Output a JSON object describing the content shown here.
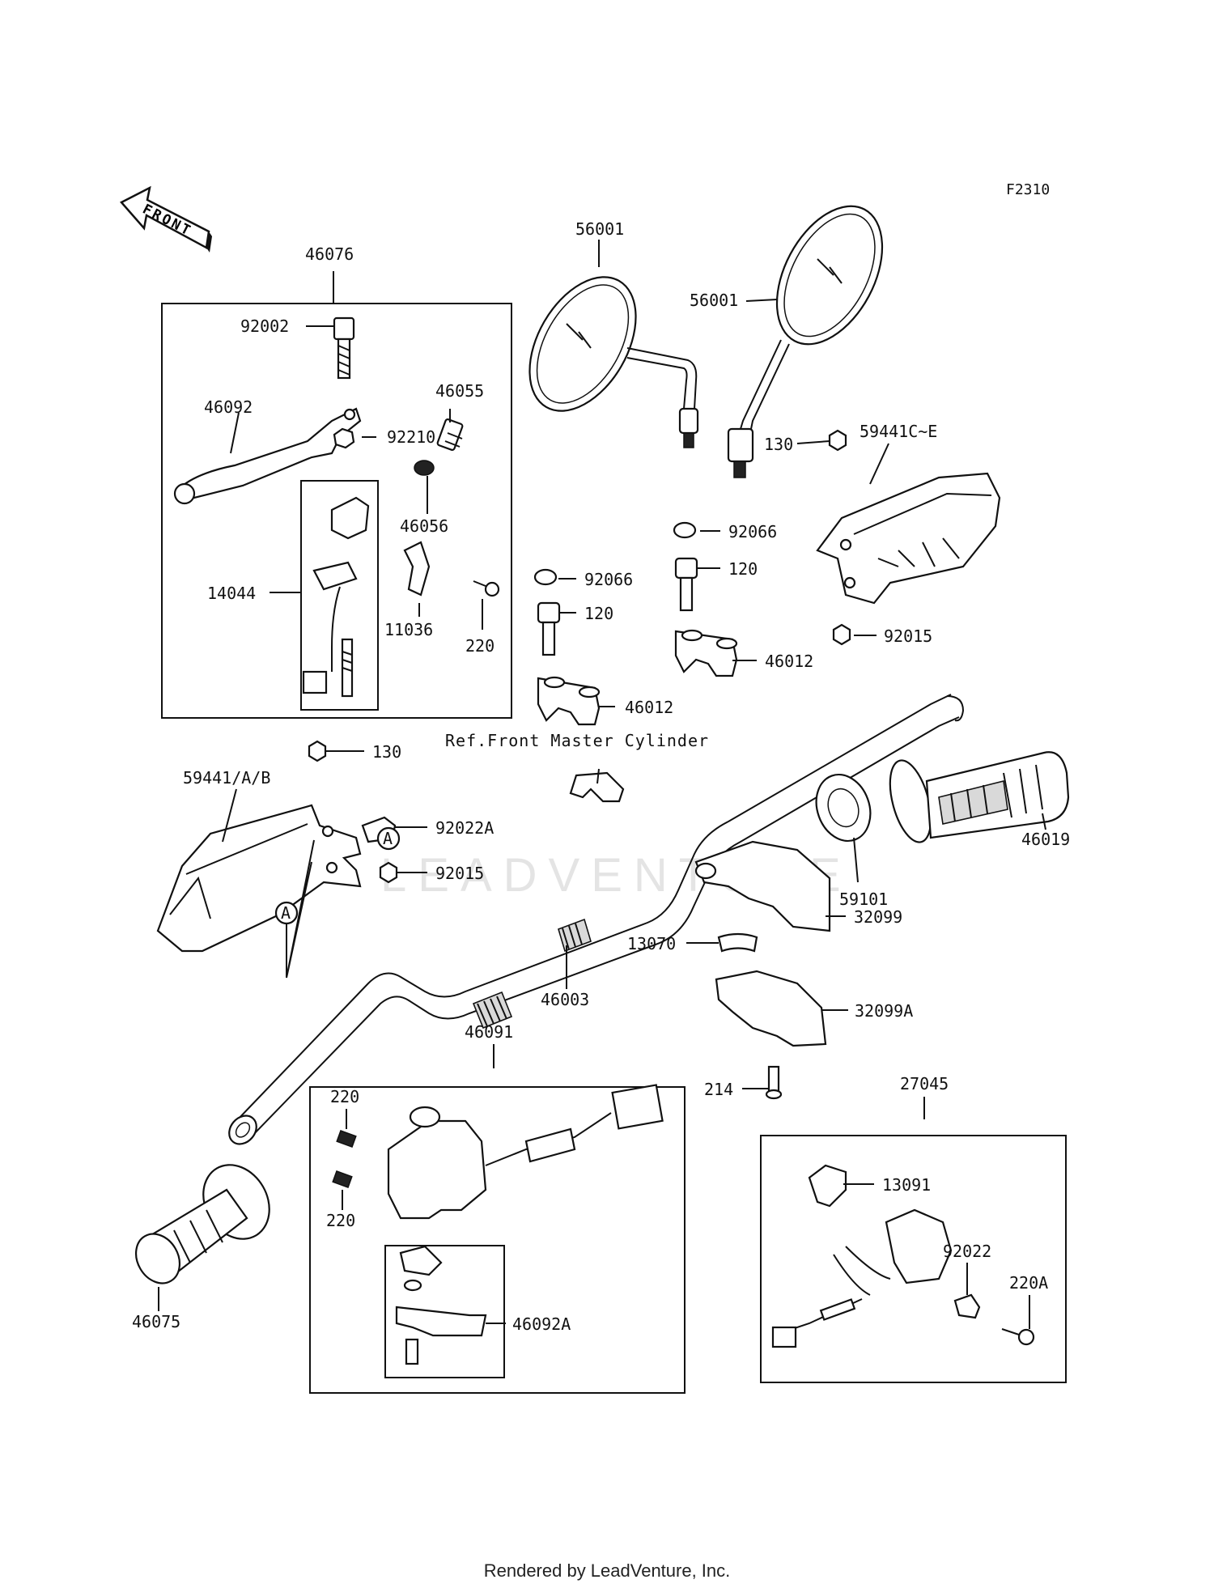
{
  "figure_code": "F2310",
  "front_arrow_label": "FRONT",
  "reference_note": "Ref.Front Master Cylinder",
  "watermark": "LEADVENTURE",
  "footer": "Rendered by LeadVenture, Inc.",
  "callouts": {
    "p46076": "46076",
    "p92002": "92002",
    "p46092": "46092",
    "p92210": "92210",
    "p46055": "46055",
    "p46056": "46056",
    "p14044": "14044",
    "p11036": "11036",
    "p220a": "220",
    "p56001a": "56001",
    "p56001b": "56001",
    "p130a": "130",
    "p59441ce": "59441C~E",
    "p92066a": "92066",
    "p120a": "120",
    "p92015a": "92015",
    "p46012a": "46012",
    "p92066b": "92066",
    "p120b": "120",
    "p46012b": "46012",
    "p130b": "130",
    "p59441ab": "59441/A/B",
    "p92022a": "92022A",
    "p92015b": "92015",
    "p46019": "46019",
    "p59101": "59101",
    "p32099": "32099",
    "p13070": "13070",
    "p46003": "46003",
    "p32099a": "32099A",
    "p46091": "46091",
    "p214": "214",
    "p27045": "27045",
    "p220b": "220",
    "p220c": "220",
    "p13091": "13091",
    "p92022": "92022",
    "p220A": "220A",
    "p46092a": "46092A",
    "p46075": "46075"
  },
  "reference_marks": {
    "a1": "A",
    "a2": "A"
  }
}
